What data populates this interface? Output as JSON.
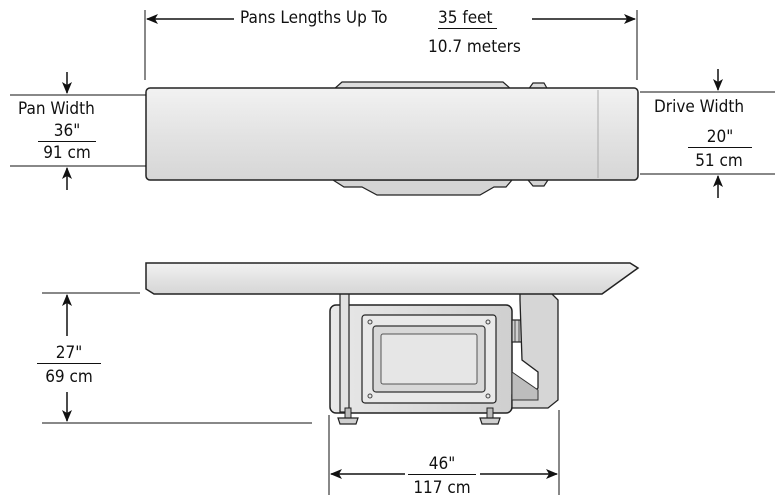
{
  "top_view": {
    "length_label": "Pans Lengths Up To",
    "length_feet": "35 feet",
    "length_meters": "10.7 meters",
    "pan_width_label": "Pan Width",
    "pan_width_in": "36\"",
    "pan_width_cm": "91 cm",
    "drive_width_label": "Drive Width",
    "drive_width_in": "20\"",
    "drive_width_cm": "51 cm"
  },
  "side_view": {
    "height_in": "27\"",
    "height_cm": "69 cm",
    "base_in": "46\"",
    "base_cm": "117 cm"
  }
}
